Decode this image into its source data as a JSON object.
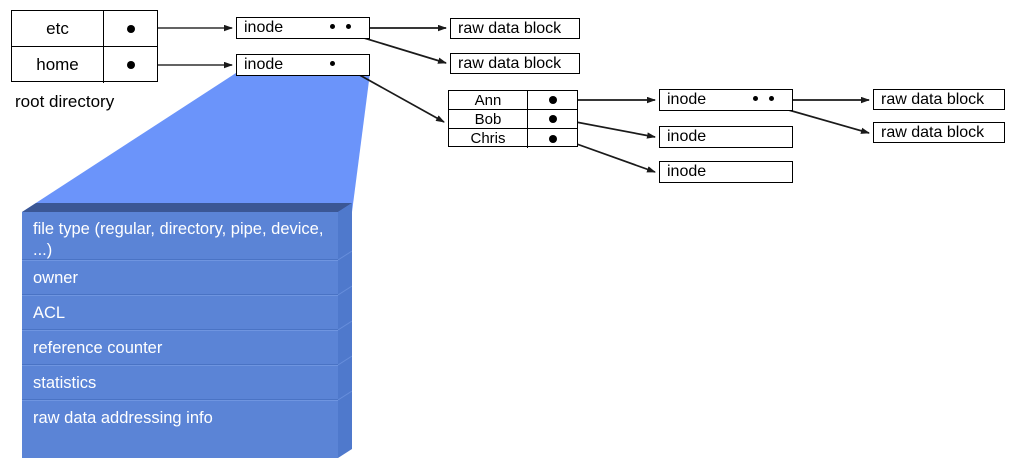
{
  "diagram": {
    "title": "unix-inode-filesystem-diagram",
    "colors": {
      "cone_blue": "#6b94fa",
      "panel_front": "#5b84d6",
      "panel_top": "#3b5795",
      "panel_side": "#4f79cc",
      "line": "#333333",
      "text": "#000000"
    }
  },
  "root_directory": {
    "caption": "root directory",
    "rows": [
      {
        "name": "etc",
        "pointer": "bullet"
      },
      {
        "name": "home",
        "pointer": "bullet"
      }
    ]
  },
  "home_directory": {
    "rows": [
      {
        "name": "Ann",
        "pointer": "bullet"
      },
      {
        "name": "Bob",
        "pointer": "bullet"
      },
      {
        "name": "Chris",
        "pointer": "bullet"
      }
    ]
  },
  "inodes": [
    {
      "id": "inode-etc",
      "label": "inode",
      "dots": 2
    },
    {
      "id": "inode-home",
      "label": "inode",
      "dots": 1
    },
    {
      "id": "inode-ann",
      "label": "inode",
      "dots": 2
    },
    {
      "id": "inode-bob",
      "label": "inode",
      "dots": 0
    },
    {
      "id": "inode-chris",
      "label": "inode",
      "dots": 0
    }
  ],
  "raw_data_blocks": [
    {
      "id": "raw-etc-1",
      "label": "raw data block"
    },
    {
      "id": "raw-etc-2",
      "label": "raw data block"
    },
    {
      "id": "raw-ann-1",
      "label": "raw data block"
    },
    {
      "id": "raw-ann-2",
      "label": "raw data block"
    }
  ],
  "inode_detail_panel": {
    "fields": [
      "file type (regular, directory, pipe, device, ...)",
      "owner",
      "ACL",
      "reference counter",
      "statistics",
      "raw data addressing info"
    ]
  }
}
